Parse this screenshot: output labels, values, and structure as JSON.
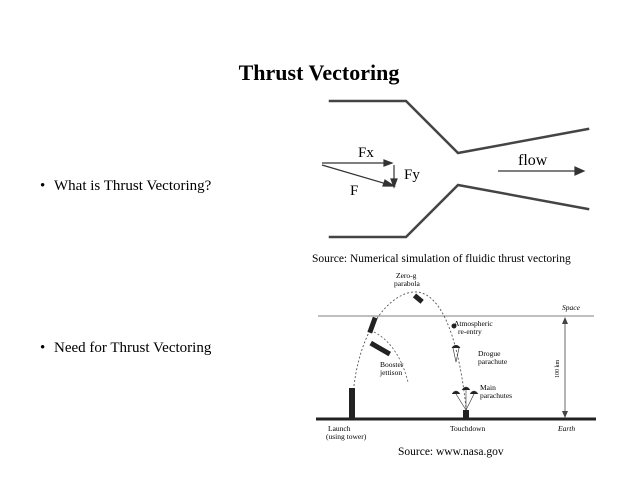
{
  "slide": {
    "title": "Thrust Vectoring",
    "bullets": [
      "What is Thrust Vectoring?",
      "Need for Thrust Vectoring"
    ]
  },
  "nozzle_figure": {
    "force_x_label": "Fx",
    "force_y_label": "Fy",
    "force_label": "F",
    "flow_label": "flow",
    "source": "Source: Numerical simulation of fluidic thrust vectoring"
  },
  "trajectory_figure": {
    "labels": {
      "zero_g": [
        "Zero-g",
        "parabola"
      ],
      "space": "Space",
      "atmospheric": [
        "Atmospheric",
        "re-entry"
      ],
      "booster": [
        "Booster",
        "jettison"
      ],
      "drogue": [
        "Drogue",
        "parachute"
      ],
      "altitude": "100 km",
      "main": [
        "Main",
        "parachutes"
      ],
      "launch": [
        "Launch",
        "(using tower)"
      ],
      "touchdown": "Touchdown",
      "earth": "Earth"
    },
    "source": "Source: www.nasa.gov"
  },
  "colors": {
    "background": "#ffffff",
    "line": "#444444",
    "text": "#000000"
  }
}
